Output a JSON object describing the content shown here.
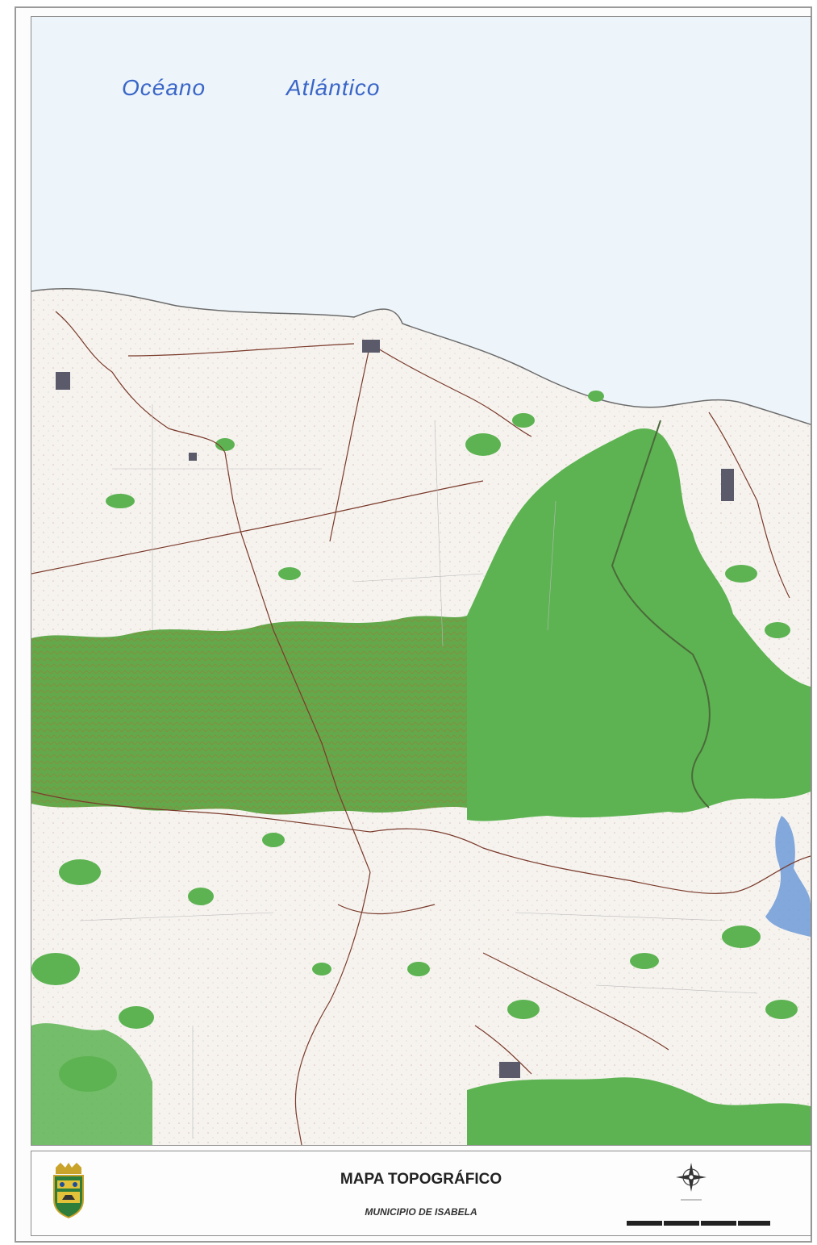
{
  "map": {
    "ocean_word1": "Océano",
    "ocean_word2": "Atlántico",
    "colors": {
      "sea": "#eef5fa",
      "land": "#f6f3ef",
      "forest": "#5db352",
      "dense_forest": "#6b9a3e",
      "road": "#7a3a2a",
      "water": "#6d9ad8",
      "label_blue": "#3a66c8"
    }
  },
  "legend": {
    "title": "MAPA TOPOGRÁFICO",
    "subtitle": "MUNICIPIO DE ISABELA"
  },
  "icons": {
    "crest": "municipal-coat-of-arms-icon",
    "north": "compass-rose-icon"
  }
}
